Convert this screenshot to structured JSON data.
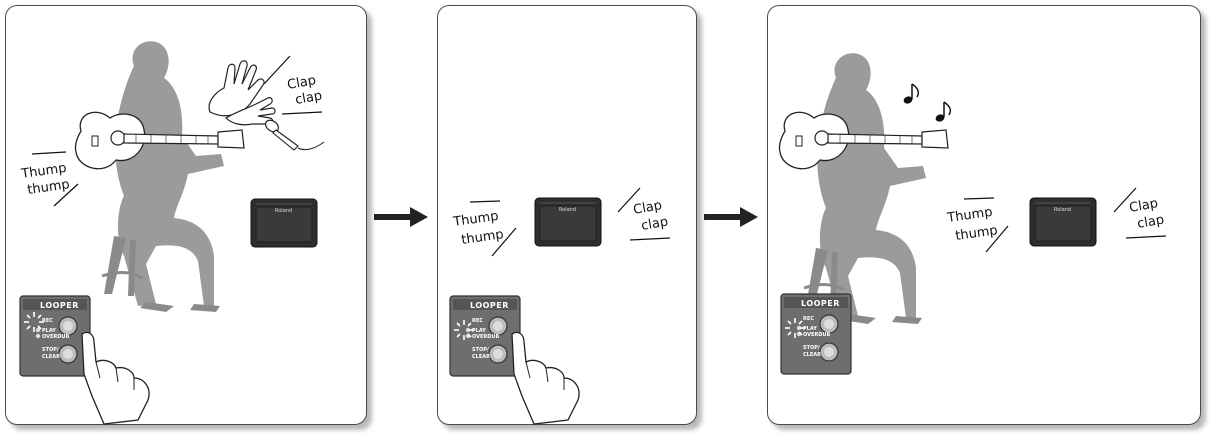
{
  "sounds": {
    "percussion": [
      "Thump",
      "thump"
    ],
    "clap": [
      "Clap",
      "clap"
    ]
  },
  "pedal": {
    "title": "LOOPER",
    "rec_label": "REC",
    "play_label": "PLAY",
    "overdub_label": "OVERDUB",
    "stop_clear_label": [
      "STOP/",
      "CLEAR"
    ]
  },
  "amp": {
    "brand": "Roland"
  },
  "colors": {
    "silhouette": "#9b9b9b",
    "pedal_body": "#6e6e6e",
    "amp_body": "#2e2e2e",
    "outline": "#4a4a4a"
  },
  "icons": [
    "step-arrow-icon",
    "music-note-icon",
    "hand-pointer-icon",
    "clapping-hands-icon",
    "microphone-icon",
    "led-blink-icon"
  ]
}
